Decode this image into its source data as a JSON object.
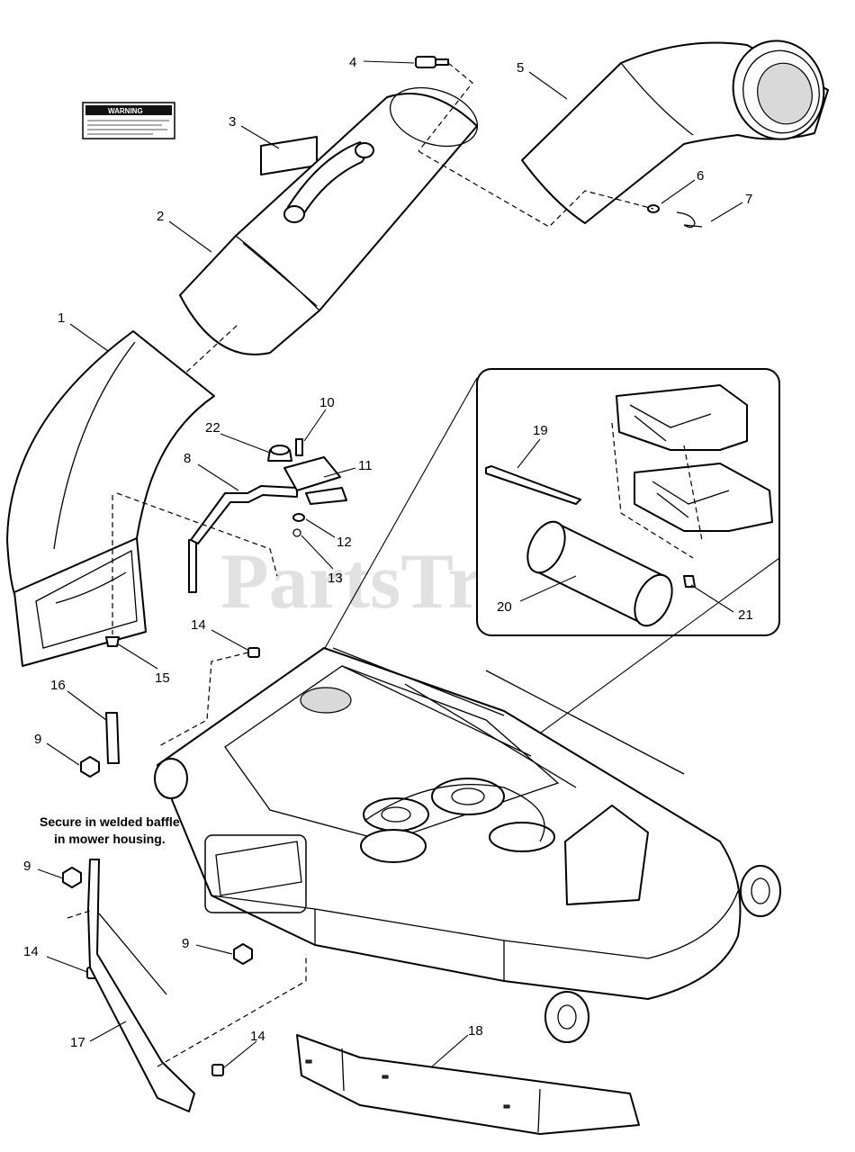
{
  "watermark": "PartsTree",
  "note": {
    "line1": "Secure in welded baffle",
    "line2": "in mower housing."
  },
  "label_decal": {
    "heading": "WARNING"
  },
  "callouts": {
    "c1": "1",
    "c2": "2",
    "c3": "3",
    "c4": "4",
    "c5": "5",
    "c6": "6",
    "c7": "7",
    "c8": "8",
    "c9a": "9",
    "c9b": "9",
    "c9c": "9",
    "c10": "10",
    "c11": "11",
    "c12": "12",
    "c13": "13",
    "c14a": "14",
    "c14b": "14",
    "c14c": "14",
    "c15": "15",
    "c16": "16",
    "c17": "17",
    "c18": "18",
    "c19": "19",
    "c20": "20",
    "c21": "21",
    "c22": "22"
  }
}
